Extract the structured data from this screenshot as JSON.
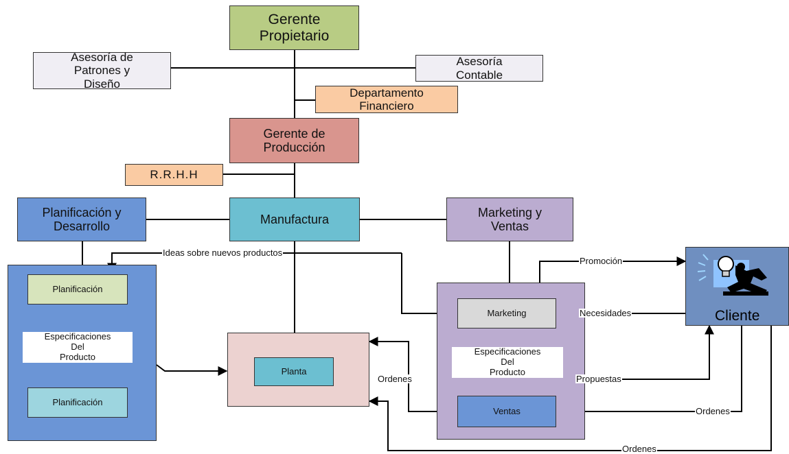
{
  "nodes": {
    "gerente_propietario": "Gerente\nPropietario",
    "asesoria_patrones": "Asesoría de\nPatrones y\nDiseño",
    "asesoria_contable": "Asesoría\nContable",
    "departamento_financiero": "Departamento\nFinanciero",
    "gerente_produccion": "Gerente de\nProducción",
    "rrhh": "R.R.H.H",
    "planificacion_desarrollo": "Planificación y\nDesarrollo",
    "manufactura": "Manufactura",
    "marketing_ventas": "Marketing y\nVentas",
    "planificacion_1": "Planificación",
    "planificacion_2": "Planificación",
    "planta": "Planta",
    "marketing": "Marketing",
    "ventas": "Ventas",
    "cliente": "Cliente"
  },
  "edge_labels": {
    "ideas": "Ideas sobre nuevos productos",
    "especificaciones_left": "Especificaciones\nDel\nProducto",
    "especificaciones_right": "Especificaciones\nDel\nProducto",
    "promocion": "Promoción",
    "necesidades": "Necesidades",
    "propuestas": "Propuestas",
    "ordenes_left": "Ordenes",
    "ordenes_right": "Ordenes",
    "ordenes_bottom": "Ordenes"
  },
  "colors": {
    "green": "#b8cc84",
    "lavender_gray": "#f0eef4",
    "peach": "#facba3",
    "rose": "#d9958e",
    "blue": "#6b95d6",
    "cyan": "#6cbfd1",
    "purple": "#bbacd0",
    "light_green": "#d7e4bc",
    "light_cyan": "#9dd5df",
    "pink": "#ecd2d0",
    "light_gray": "#d9d9d9",
    "cliente_blue": "#6f8fc0"
  }
}
